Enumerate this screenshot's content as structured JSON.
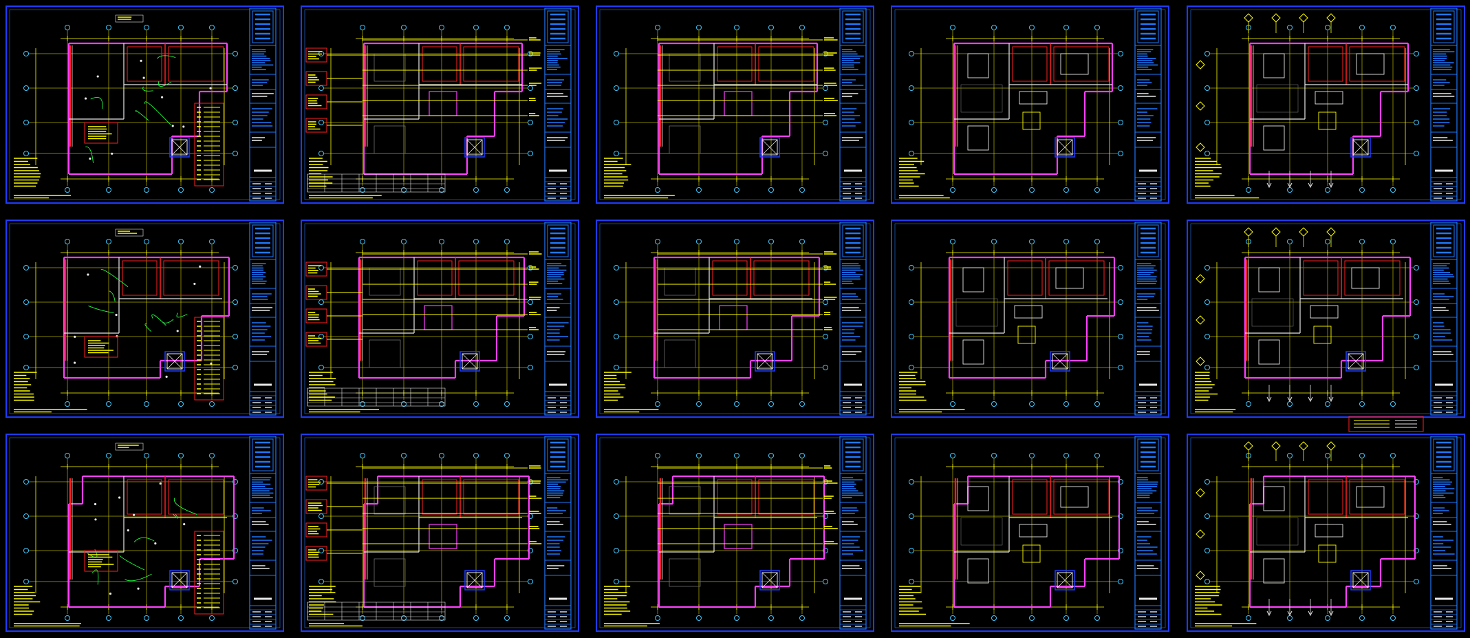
{
  "canvas": {
    "background": "#000000"
  },
  "colors": {
    "frame": "#1e3cff",
    "titleblock": "#1e78ff",
    "yellow": "#ffff00",
    "red": "#ff2020",
    "magenta": "#ff40ff",
    "white": "#e8e8e8",
    "green": "#20ff40",
    "cyan": "#40c8ff",
    "gray": "#707070"
  },
  "grid": {
    "rows": 3,
    "cols": 5
  },
  "sheets": [
    {
      "row": 0,
      "col": 0,
      "kind": "electrical"
    },
    {
      "row": 0,
      "col": 1,
      "kind": "annotated"
    },
    {
      "row": 0,
      "col": 2,
      "kind": "annotated-plain"
    },
    {
      "row": 0,
      "col": 3,
      "kind": "furniture"
    },
    {
      "row": 0,
      "col": 4,
      "kind": "furniture-symbols"
    },
    {
      "row": 1,
      "col": 0,
      "kind": "electrical"
    },
    {
      "row": 1,
      "col": 1,
      "kind": "annotated"
    },
    {
      "row": 1,
      "col": 2,
      "kind": "annotated-plain"
    },
    {
      "row": 1,
      "col": 3,
      "kind": "furniture"
    },
    {
      "row": 1,
      "col": 4,
      "kind": "furniture-symbols"
    },
    {
      "row": 2,
      "col": 0,
      "kind": "electrical"
    },
    {
      "row": 2,
      "col": 1,
      "kind": "annotated"
    },
    {
      "row": 2,
      "col": 2,
      "kind": "annotated-plain"
    },
    {
      "row": 2,
      "col": 3,
      "kind": "furniture"
    },
    {
      "row": 2,
      "col": 4,
      "kind": "furniture-symbols"
    }
  ],
  "legend_box": {
    "rows": 3,
    "color": "#ff2020"
  }
}
